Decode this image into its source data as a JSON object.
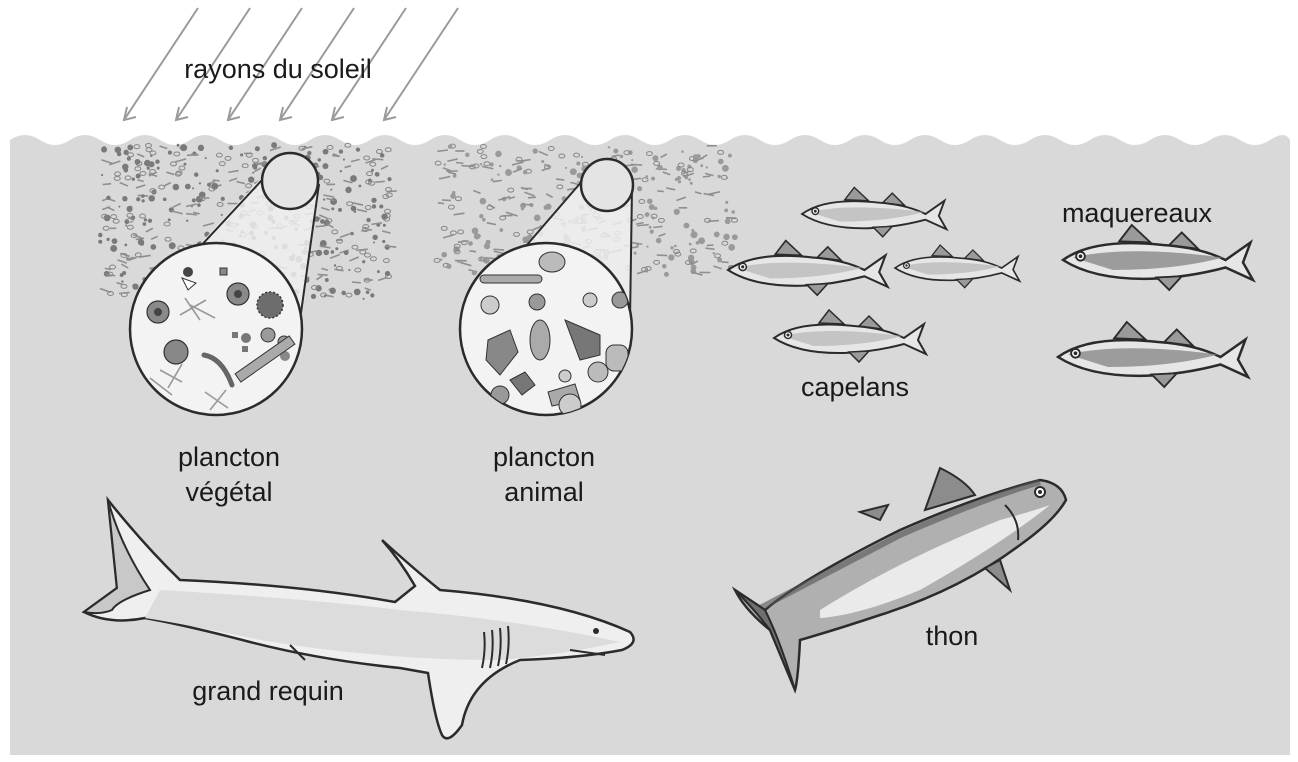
{
  "labels": {
    "sun_rays": "rayons du soleil",
    "plant_plankton": [
      "plancton",
      "végétal"
    ],
    "animal_plankton": [
      "plancton",
      "animal"
    ],
    "capelin": "capelans",
    "mackerel": "maquereaux",
    "shark": "grand requin",
    "tuna": "thon"
  },
  "colors": {
    "water": "#d9d9d9",
    "ray": "#9a9a9a",
    "fish_dark": "#6f6f6f",
    "fish_mid": "#a9a9a9",
    "fish_light": "#ededed",
    "outline": "#2b2b2b"
  }
}
